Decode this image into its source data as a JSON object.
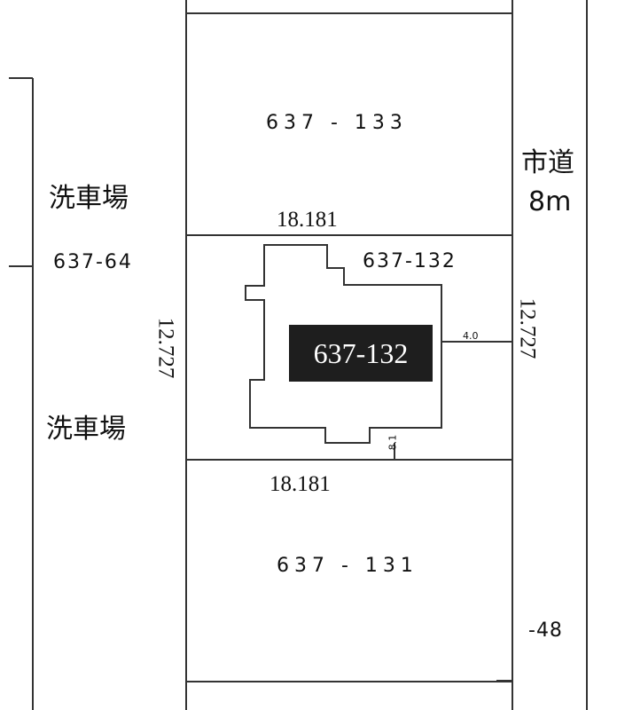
{
  "lots": {
    "north": "637 - 133",
    "subject": "637-132",
    "south": "637 - 131",
    "west": "637-64",
    "partial_right": "-48"
  },
  "highlight_label": "637-132",
  "dimensions": {
    "top": "18.181",
    "bottom": "18.181",
    "left": "12.727",
    "right": "12.727",
    "setback_east": "4.0",
    "setback_south": "8.1"
  },
  "labels": {
    "car_wash_upper": "洗車場",
    "car_wash_lower": "洗車場",
    "road_name": "市道",
    "road_width": "8m"
  },
  "colors": {
    "line": "#333333",
    "highlight_bg": "#1e1e1e",
    "highlight_text": "#ffffff"
  }
}
